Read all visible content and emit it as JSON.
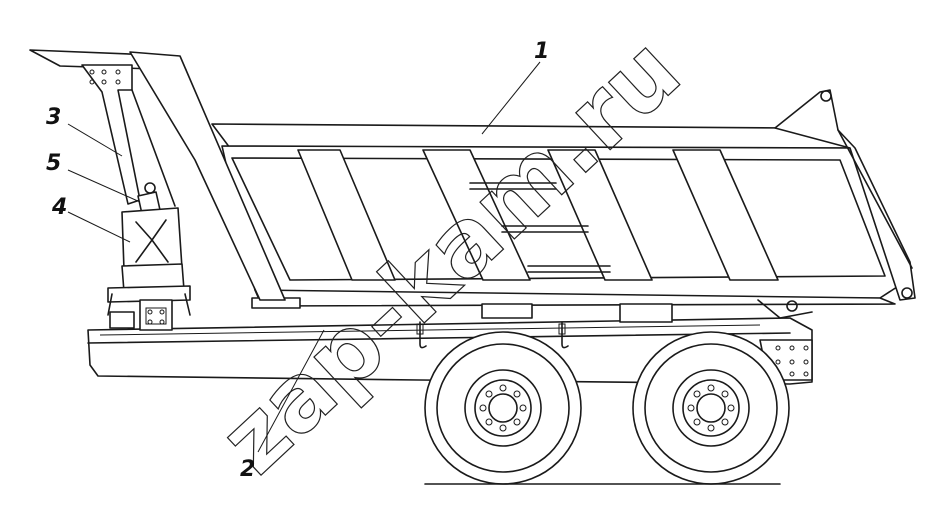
{
  "watermark": "zap-kam.ru",
  "callouts": [
    {
      "id": "1",
      "label": "1"
    },
    {
      "id": "2",
      "label": "2"
    },
    {
      "id": "3",
      "label": "3"
    },
    {
      "id": "4",
      "label": "4"
    },
    {
      "id": "5",
      "label": "5"
    }
  ]
}
